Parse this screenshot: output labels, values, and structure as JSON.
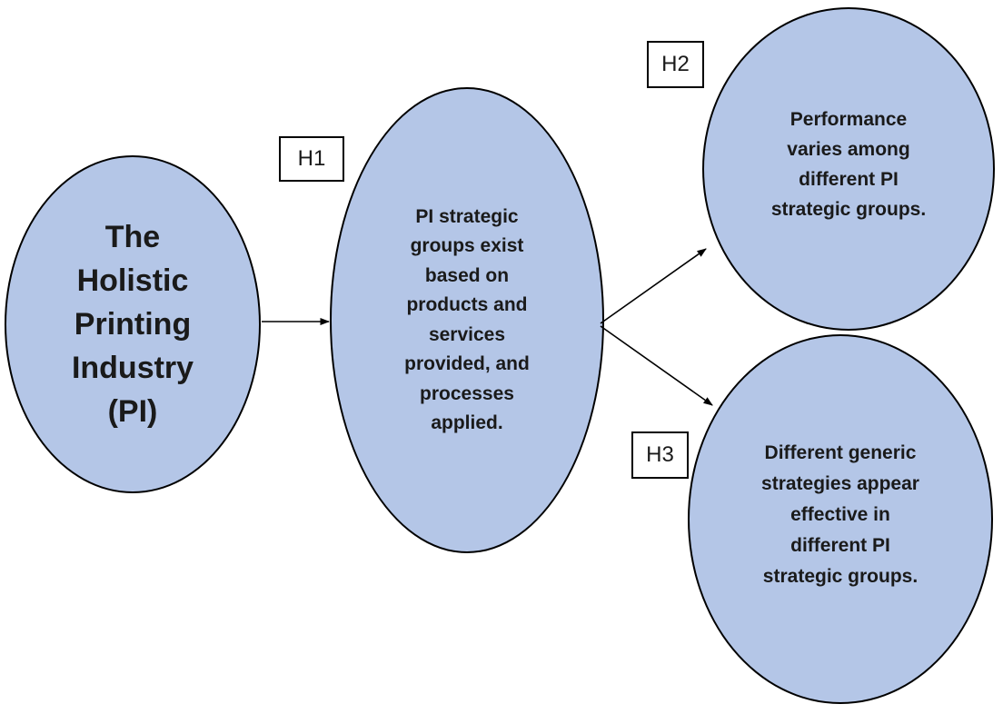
{
  "colors": {
    "page_bg": "#ffffff",
    "ellipse_fill": "#b4c6e7",
    "shape_border": "#000000",
    "arrow_color": "#000000",
    "label_bg": "#ffffff",
    "text_color": "#1a1a1a"
  },
  "nodes": {
    "source": {
      "text": "The\nHolistic\nPrinting\nIndustry\n(PI)"
    },
    "mediator": {
      "text": "PI strategic\ngroups exist\nbased on\nproducts and\nservices\nprovided, and\nprocesses\napplied."
    },
    "performance": {
      "text": "Performance\nvaries among\ndifferent PI\nstrategic groups."
    },
    "strategies": {
      "text": "Different generic\nstrategies appear\neffective in\ndifferent PI\nstrategic groups."
    }
  },
  "hypothesis_labels": {
    "h1": "H1",
    "h2": "H2",
    "h3": "H3"
  },
  "arrows": [
    {
      "id": "h1",
      "from": "source",
      "to": "mediator"
    },
    {
      "id": "h2",
      "from": "mediator",
      "to": "performance"
    },
    {
      "id": "h3",
      "from": "mediator",
      "to": "strategies"
    }
  ]
}
